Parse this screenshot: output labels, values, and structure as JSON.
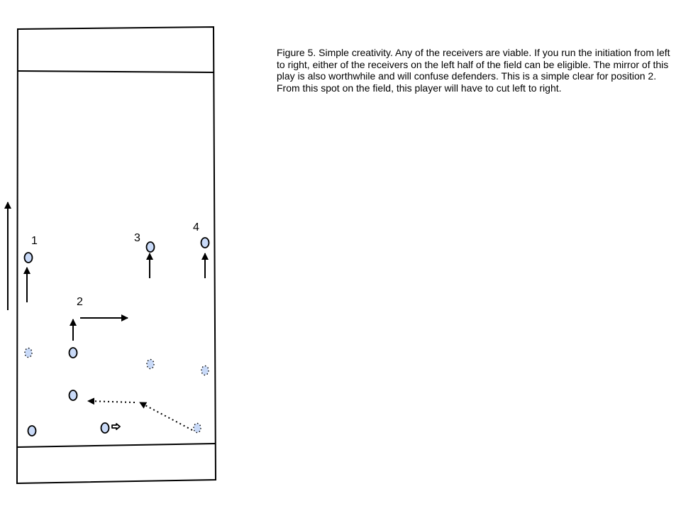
{
  "caption": "Figure 5.  Simple creativity.  Any of the receivers are viable.  If you run the initiation from left to right, either of the receivers on the left half of the field can be eligible.  The mirror of this play is also worthwhile and will confuse defenders.  This is a simple clear for position 2.  From this spot on the field, this player will have to cut left to right.",
  "position_labels": [
    "1",
    "2",
    "3",
    "4"
  ],
  "colors": {
    "line": "#000000",
    "player_fill": "#c9daf8",
    "player_stroke": "#000000",
    "background": "#ffffff"
  }
}
